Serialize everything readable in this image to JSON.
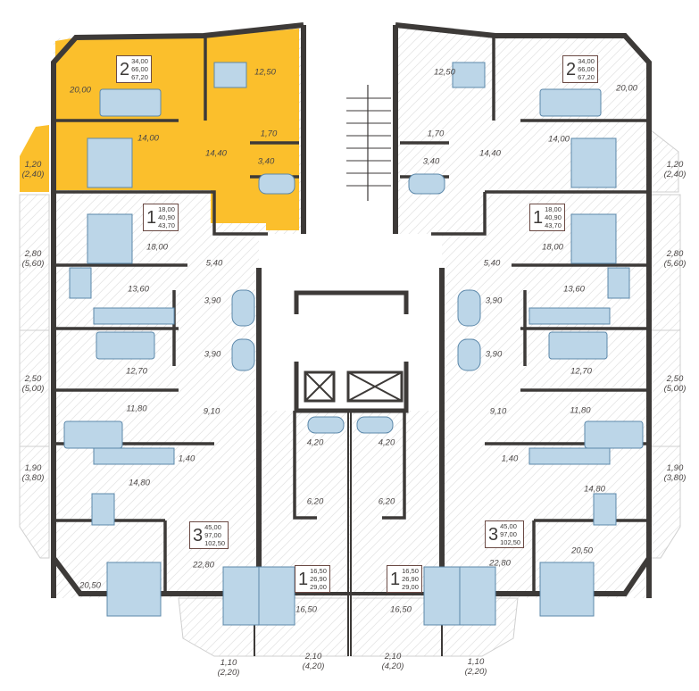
{
  "colors": {
    "wall": "#3d3a38",
    "selected_apartment": "#fbbf2c",
    "furniture": "#bcd6e8",
    "furniture_dark": "#5c88aa",
    "floor_pattern": "#e4e4e4"
  },
  "rooms": [
    "20,00",
    "12,50",
    "14,00",
    "14,40",
    "1,70",
    "3,40",
    "1,20\n(2,40)",
    "18,00",
    "5,40",
    "13,60",
    "2,80\n(5,60)",
    "3,90",
    "3,90",
    "12,70",
    "2,50\n(5,00)",
    "11,80",
    "9,10",
    "1,40",
    "14,80",
    "1,90\n(3,80)",
    "22,80",
    "20,50",
    "1,10\n(2,20)",
    "16,50",
    "2,10\n(4,20)",
    "4,20",
    "6,20",
    "12,50",
    "20,00",
    "14,00",
    "14,40",
    "1,70",
    "3,40",
    "1,20\n(2,40)",
    "18,00",
    "5,40",
    "13,60",
    "2,80\n(5,60)",
    "3,90",
    "3,90",
    "12,70",
    "11,80",
    "9,10",
    "2,50\n(5,00)",
    "1,40",
    "14,80",
    "1,90\n(3,80)",
    "22,80",
    "20,50",
    "16,50",
    "4,20",
    "6,20",
    "2,10\n(4,20)",
    "1,10\n(2,20)"
  ],
  "apartments": [
    {
      "rooms": "2",
      "living": "34,00",
      "total": "66,00",
      "total_with_balcony": "67,20",
      "selected": true
    },
    {
      "rooms": "1",
      "living": "18,00",
      "total": "40,90",
      "total_with_balcony": "43,70"
    },
    {
      "rooms": "3",
      "living": "45,00",
      "total": "97,00",
      "total_with_balcony": "102,50"
    },
    {
      "rooms": "1",
      "living": "16,50",
      "total": "26,90",
      "total_with_balcony": "29,00"
    },
    {
      "rooms": "2",
      "living": "34,00",
      "total": "66,00",
      "total_with_balcony": "67,20"
    },
    {
      "rooms": "1",
      "living": "18,00",
      "total": "40,90",
      "total_with_balcony": "43,70"
    },
    {
      "rooms": "3",
      "living": "45,00",
      "total": "97,00",
      "total_with_balcony": "102,50"
    },
    {
      "rooms": "1",
      "living": "16,50",
      "total": "26,90",
      "total_with_balcony": "29,00"
    }
  ]
}
